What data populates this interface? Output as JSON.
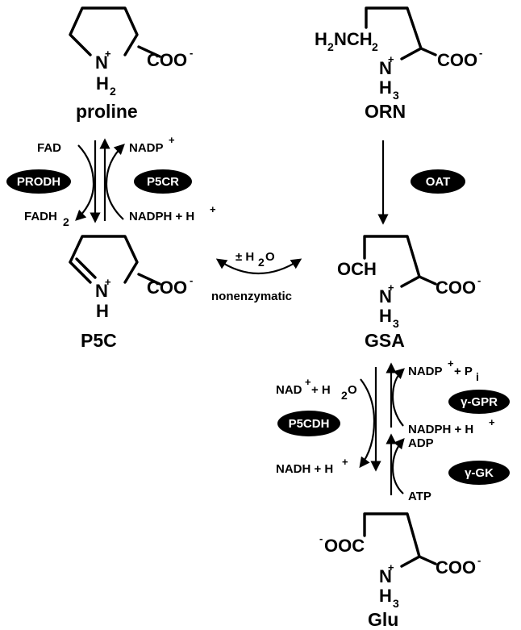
{
  "molecules": {
    "proline": {
      "name": "proline",
      "carboxylate": "COO",
      "carboxylate_charge": "-",
      "nitrogen": "N",
      "n_charge": "+",
      "n_h": "H",
      "n_h_count": "2"
    },
    "orn": {
      "name": "ORN",
      "side_chain": "H",
      "side_chain_sub": "2",
      "side_chain_rest": "NCH",
      "side_chain_sub2": "2",
      "carboxylate": "COO",
      "carboxylate_charge": "-",
      "nitrogen": "N",
      "n_charge": "+",
      "n_h": "H",
      "n_h_count": "3"
    },
    "p5c": {
      "name": "P5C",
      "carboxylate": "COO",
      "carboxylate_charge": "-",
      "nitrogen": "N",
      "n_charge": "+",
      "n_h": "H"
    },
    "gsa": {
      "name": "GSA",
      "aldehyde": "OCH",
      "carboxylate": "COO",
      "carboxylate_charge": "-",
      "nitrogen": "N",
      "n_charge": "+",
      "n_h": "H",
      "n_h_count": "3"
    },
    "glu": {
      "name": "Glu",
      "side_carboxylate_charge": "-",
      "side_carboxylate": "OOC",
      "carboxylate": "COO",
      "carboxylate_charge": "-",
      "nitrogen": "N",
      "n_charge": "+",
      "n_h": "H",
      "n_h_count": "3"
    }
  },
  "enzymes": {
    "prodh": "PRODH",
    "p5cr": "P5CR",
    "oat": "OAT",
    "p5cdh": "P5CDH",
    "gpr_prefix": "γ",
    "gpr_rest": "-GPR",
    "gk_prefix": "γ",
    "gk_rest": "-GK"
  },
  "cofactors": {
    "fad": "FAD",
    "fadh2": "FADH",
    "fadh2_sub": "2",
    "nadp_plus": "NADP",
    "nadp_plus_charge": "+",
    "nadph_h": "NADPH + H",
    "nadph_h_charge": "+",
    "h2o_pm": "± H",
    "h2o_pm_sub": "2",
    "h2o_pm_rest": "O",
    "nonenzymatic": "nonenzymatic",
    "nad_h2o_a": "NAD",
    "nad_h2o_charge": "+",
    "nad_h2o_b": " + H",
    "nad_h2o_sub": "2",
    "nad_h2o_c": "O",
    "nadh_h": "NADH + H",
    "nadh_h_charge": "+",
    "nadp_pi_a": "NADP",
    "nadp_pi_charge": "+",
    "nadp_pi_b": " + P",
    "nadp_pi_sub": "i",
    "nadph_h_2": "NADPH + H",
    "nadph_h_2_charge": "+",
    "adp": "ADP",
    "atp": "ATP"
  }
}
